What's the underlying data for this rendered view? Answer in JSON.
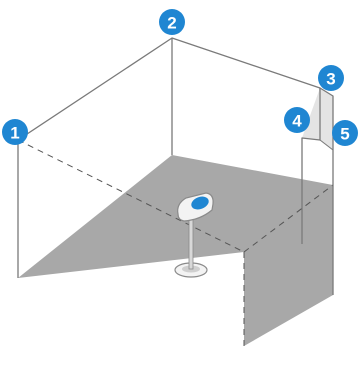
{
  "markers": [
    {
      "id": "marker-1",
      "label": "1"
    },
    {
      "id": "marker-2",
      "label": "2"
    },
    {
      "id": "marker-3",
      "label": "3"
    },
    {
      "id": "marker-4",
      "label": "4"
    },
    {
      "id": "marker-5",
      "label": "5"
    }
  ],
  "colors": {
    "floor": "#a8a8a8",
    "wall_stroke": "#7a7a7a",
    "hidden_edge": "#555555",
    "marker": "#1f86d2",
    "device_cap": "#1f86d2",
    "device_body": "#f3f3f3",
    "stand": "#b0b0b0"
  }
}
